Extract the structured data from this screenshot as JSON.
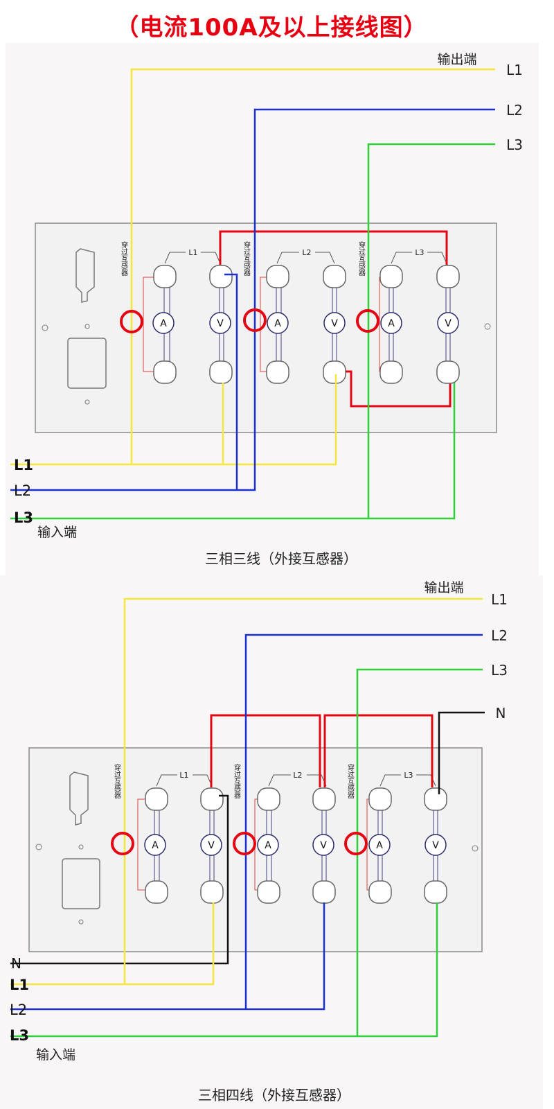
{
  "title": "（电流100A及以上接线图）",
  "colors": {
    "phase_l1": "#f5e63a",
    "phase_l2": "#1c2fd0",
    "phase_l3": "#2ecf3a",
    "neutral": "#111111",
    "voltage_link": "#e30613",
    "ct_ring": "#e30613",
    "panel_fill": "#f2f2f2",
    "panel_stroke": "#8a8a8a"
  },
  "diagram1": {
    "caption": "三相三线（外接互感器）",
    "output_label": "输出端",
    "input_label": "输入端",
    "out_lines": [
      "L1",
      "L2",
      "L3"
    ],
    "in_lines": [
      "L1",
      "L2",
      "L3"
    ],
    "panel": {
      "ct_label": "穿过互感器",
      "group_labels": [
        "L1",
        "L2",
        "L3"
      ],
      "ammeter": "A",
      "voltmeter": "V"
    }
  },
  "diagram2": {
    "caption": "三相四线（外接互感器）",
    "output_label": "输出端",
    "input_label": "输入端",
    "out_lines": [
      "L1",
      "L2",
      "L3",
      "N"
    ],
    "in_lines": [
      "N",
      "L1",
      "L2",
      "L3"
    ],
    "panel": {
      "ct_label": "穿过互感器",
      "group_labels": [
        "L1",
        "L2",
        "L3"
      ],
      "ammeter": "A",
      "voltmeter": "V"
    }
  }
}
